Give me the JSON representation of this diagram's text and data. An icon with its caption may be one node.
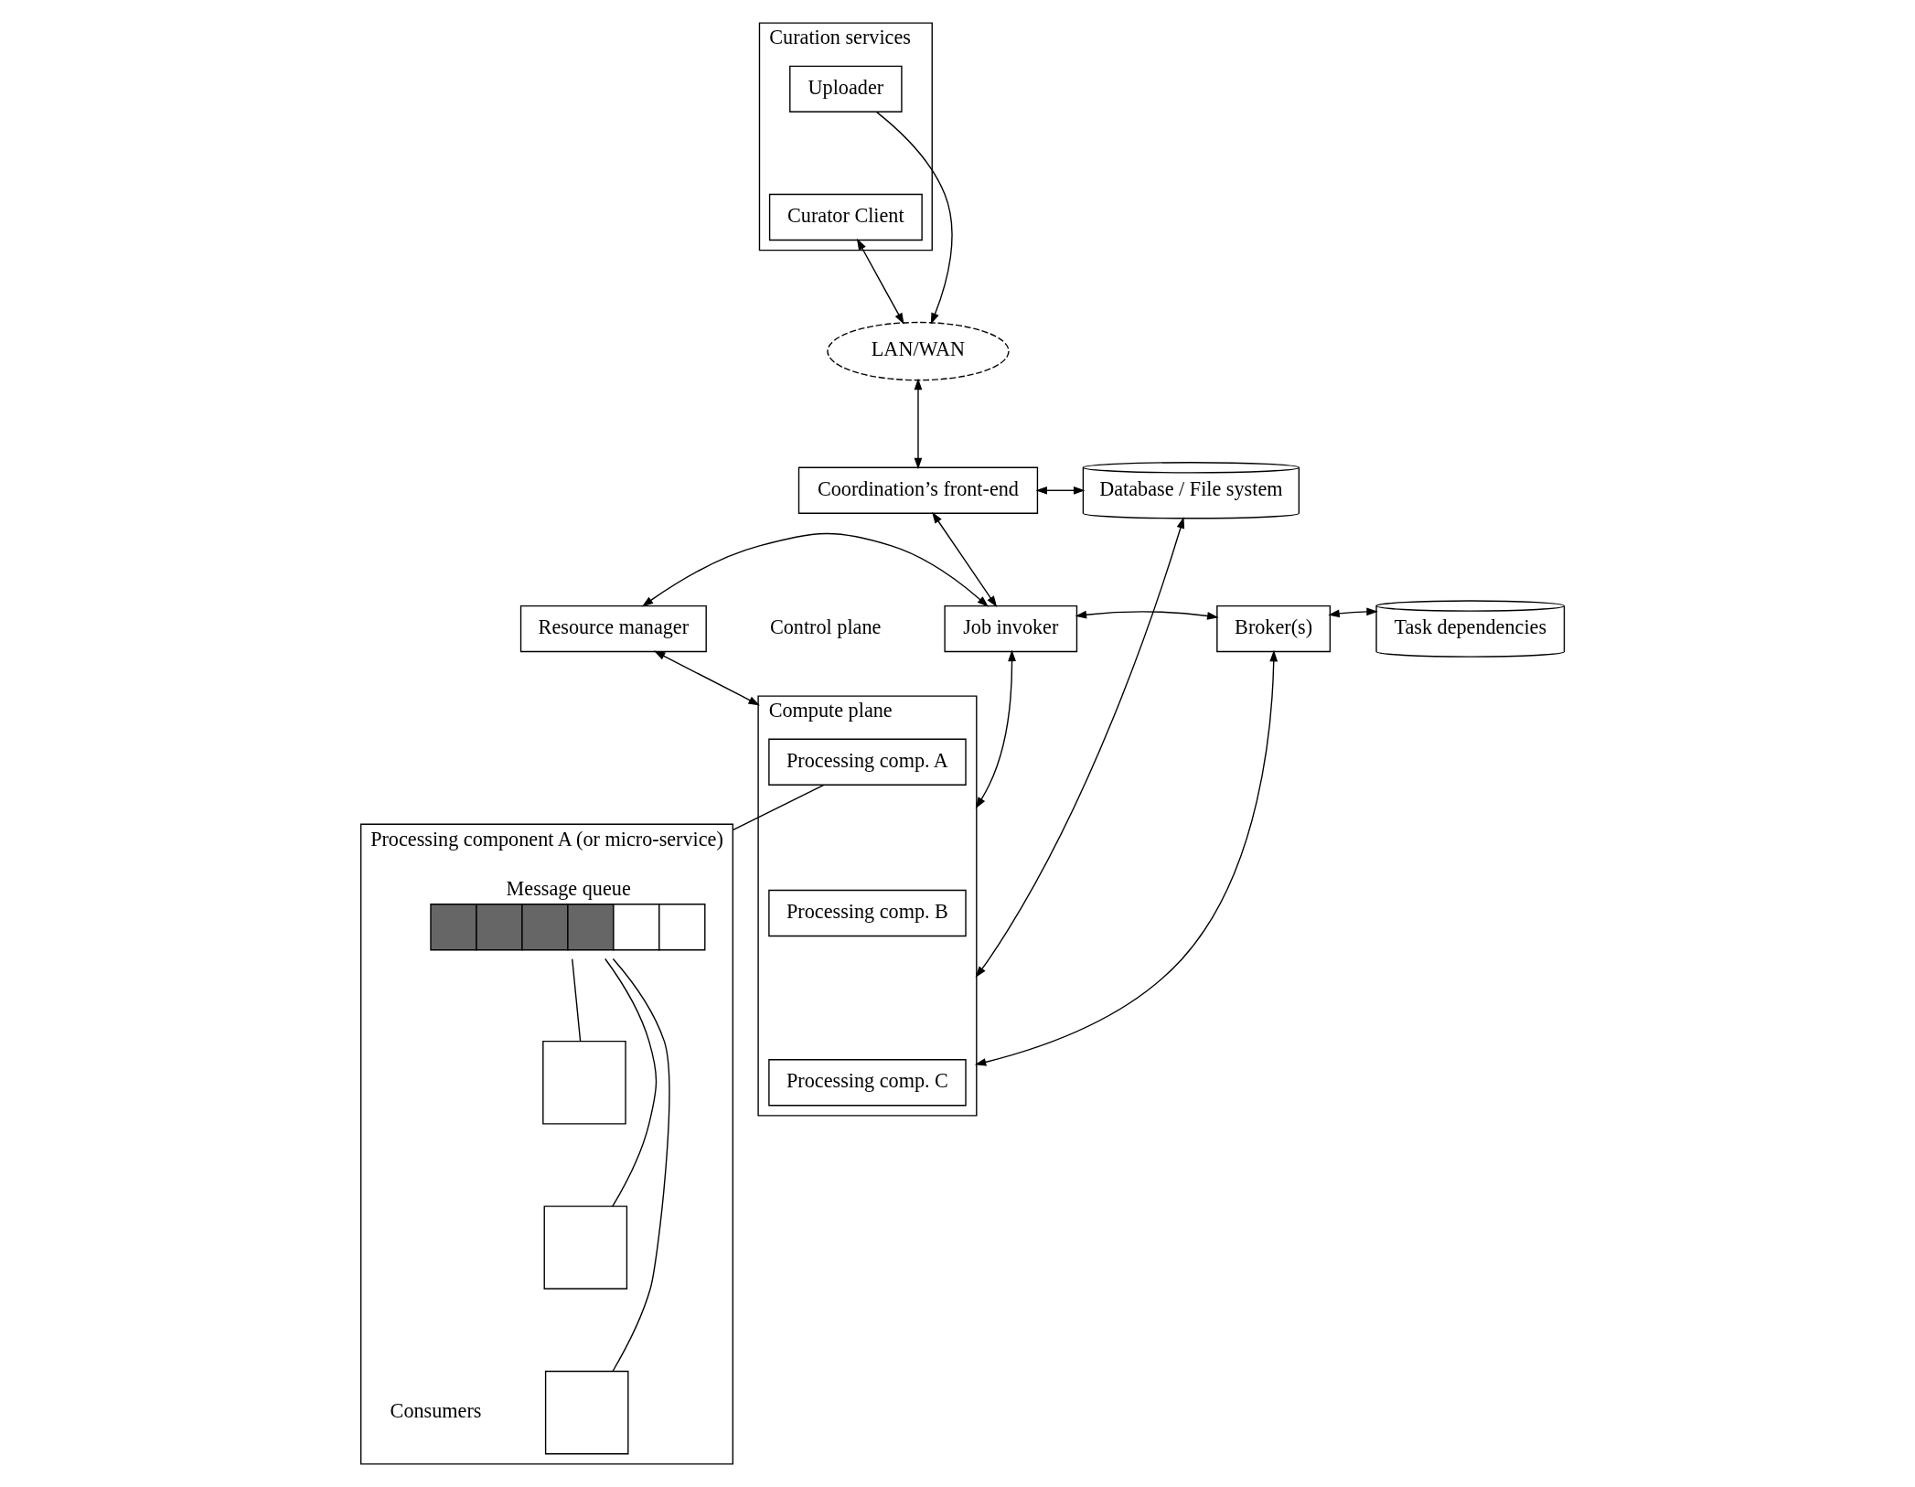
{
  "diagram": {
    "nodes": [
      {
        "text": [
          "Curation services"
        ]
      },
      {
        "text": [
          "Uploader"
        ],
        "in": 0
      },
      {
        "text": [
          "Curator Client"
        ],
        "in": 0
      },
      {
        "text": [
          "LAN/WAN"
        ]
      },
      {
        "text": [
          "Coordination’s front-end"
        ]
      },
      {
        "text": [
          "Database / File system"
        ]
      },
      {
        "text": [
          "Resource manager"
        ]
      },
      {
        "text": [
          "Job invoker"
        ]
      },
      {
        "text": [
          "Broker(s)"
        ]
      },
      {
        "text": [
          "Task dependencies"
        ]
      },
      {
        "text": [
          "Compute plane"
        ]
      },
      {
        "text": [
          "Processing comp. A"
        ],
        "in": 10
      },
      {
        "text": [
          "Processing comp. B"
        ],
        "in": 10
      },
      {
        "text": [
          "Processing comp. C"
        ],
        "in": 10
      },
      {
        "text": [],
        "shape": "box",
        "beside": [
          "Processing component A (or micro-service)"
        ]
      },
      {
        "text": [],
        "shape": "bar",
        "in": 14,
        "beside": [
          "Message queue"
        ]
      },
      {
        "text": [],
        "shape": "box",
        "in": 14
      },
      {
        "text": [],
        "shape": "box",
        "in": 14
      },
      {
        "text": [],
        "shape": "box",
        "in": 14
      }
    ],
    "edges": [
      {
        "from": 1,
        "to": 3,
        "arrow": "to"
      },
      {
        "from": 2,
        "to": 3,
        "arrow": "both"
      },
      {
        "from": 3,
        "to": 4,
        "arrow": "both"
      },
      {
        "from": 4,
        "to": 5,
        "arrow": "both"
      },
      {
        "from": 5,
        "to": 10,
        "arrow": "both"
      },
      {
        "from": 4,
        "to": 7,
        "arrow": "both"
      },
      {
        "from": 6,
        "to": 7,
        "arrow": "both"
      },
      {
        "from": 7,
        "to": 8,
        "arrow": "both"
      },
      {
        "from": 8,
        "to": 9,
        "arrow": "both"
      },
      {
        "from": 6,
        "to": 10,
        "arrow": "both"
      },
      {
        "from": 7,
        "to": 10,
        "arrow": "both"
      },
      {
        "from": 8,
        "to": 10,
        "arrow": "both"
      },
      {
        "from": 11,
        "to": 14,
        "arrow": "none"
      },
      {
        "from": 15,
        "to": 16,
        "arrow": "none"
      },
      {
        "from": 15,
        "to": 17,
        "arrow": "none"
      },
      {
        "from": 15,
        "to": 18,
        "arrow": "none"
      }
    ],
    "labels": [
      "Control plane",
      "Consumers"
    ]
  }
}
